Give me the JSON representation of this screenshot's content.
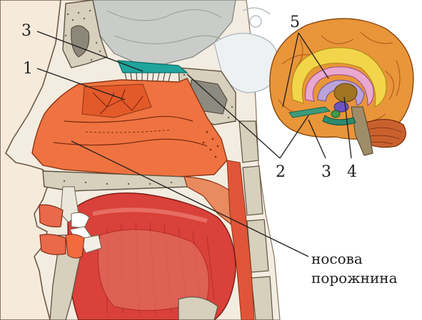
{
  "labels": {
    "n1": "1",
    "n2": "2",
    "n3_left": "3",
    "n3_right": "3",
    "n4": "4",
    "n5": "5"
  },
  "caption": {
    "line1": "носова",
    "line2": "порожнина"
  }
}
